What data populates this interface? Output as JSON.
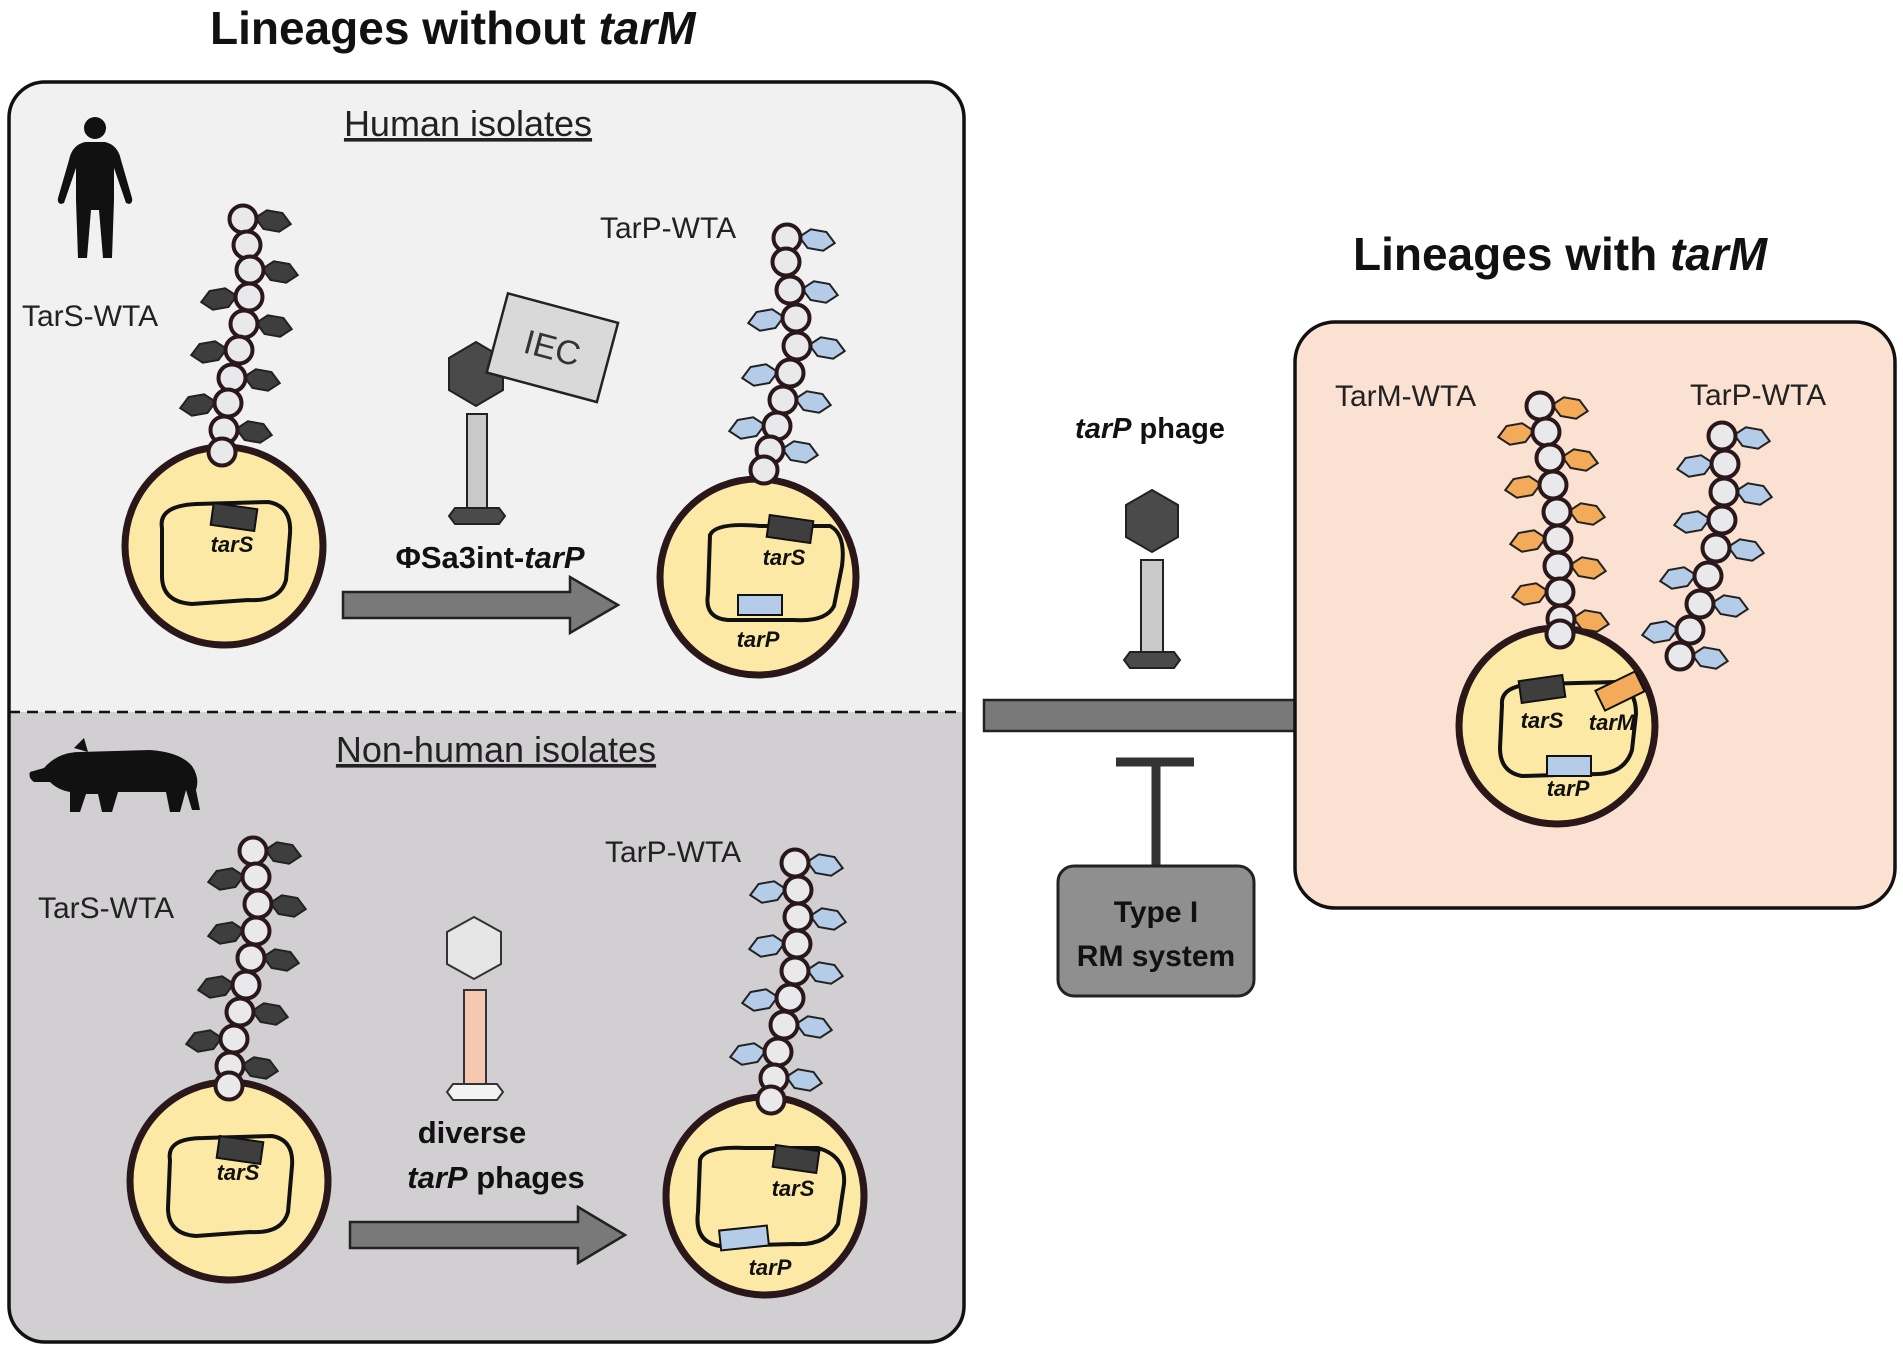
{
  "left_panel": {
    "title_prefix": "Lineages without ",
    "title_gene": "tarM",
    "human": {
      "section_title": "Human isolates",
      "left_label": "TarS-WTA",
      "right_label": "TarP-WTA",
      "iec_label": "IEC",
      "arrow_label_prefix": "ΦSa3int-",
      "arrow_label_gene": "tarP",
      "gene_tarS": "tarS",
      "gene_tarP": "tarP"
    },
    "nonhuman": {
      "section_title": "Non-human isolates",
      "left_label": "TarS-WTA",
      "right_label": "TarP-WTA",
      "arrow_label_line1": "diverse",
      "arrow_label_line2_gene": "tarP",
      "arrow_label_line2_rest": " phages",
      "gene_tarS": "tarS",
      "gene_tarP": "tarP"
    }
  },
  "middle": {
    "phage_label_gene": "tarP",
    "phage_label_rest": " phage",
    "rm_line1": "Type I",
    "rm_line2": "RM system"
  },
  "right_panel": {
    "title_prefix": "Lineages with ",
    "title_gene": "tarM",
    "label_tarM_wta": "TarM-WTA",
    "label_tarP_wta": "TarP-WTA",
    "gene_tarS": "tarS",
    "gene_tarM": "tarM",
    "gene_tarP": "tarP"
  },
  "colors": {
    "human_panel_bg": "#f1f1f1",
    "nonhuman_panel_bg": "#d1cfd1",
    "right_panel_bg": "#fae1d1",
    "cell_fill": "#fde9a6",
    "cell_outline": "#2a171a",
    "tarS_glyco": "#3e3e3e",
    "tarP_glyco": "#b5cce9",
    "tarM_glyco": "#f3ab5a",
    "arrow_fill": "#797979",
    "phage_head": "#4a4a4a",
    "tail_gray": "#c9c9c9",
    "tail_peach": "#f6c8b0"
  }
}
